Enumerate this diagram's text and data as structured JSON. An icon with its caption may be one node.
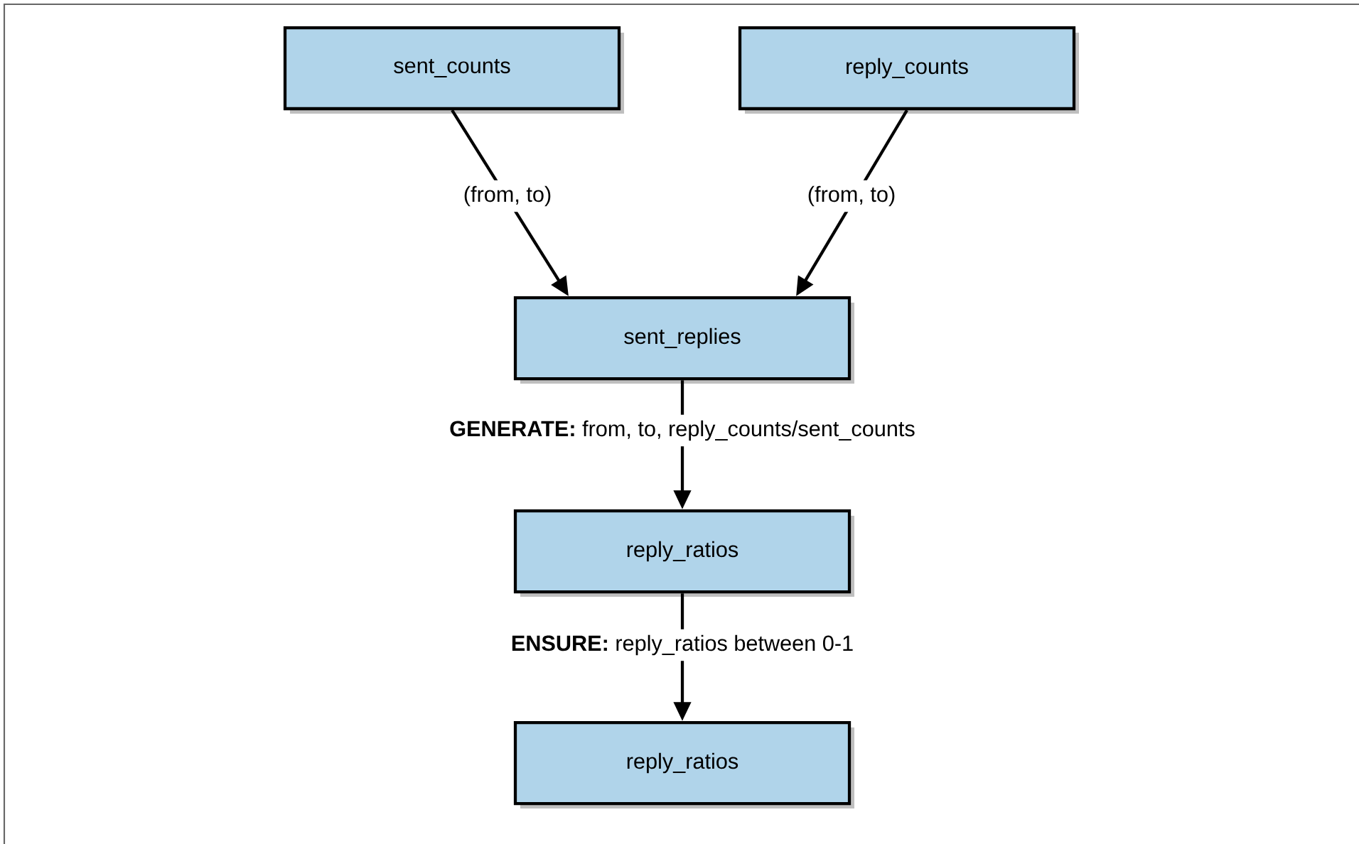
{
  "diagram": {
    "nodes": [
      {
        "text": [
          "sent_counts"
        ]
      },
      {
        "text": [
          "reply_counts"
        ]
      },
      {
        "text": [
          "sent_replies"
        ]
      },
      {
        "text": [
          "reply_ratios"
        ]
      },
      {
        "text": [
          "reply_ratios"
        ]
      }
    ],
    "edges": [
      {
        "from": 0,
        "to": 2,
        "arrow": "to",
        "label": "(from, to)"
      },
      {
        "from": 1,
        "to": 2,
        "arrow": "to",
        "label": "(from, to)"
      },
      {
        "from": 2,
        "to": 3,
        "arrow": "to",
        "label": "**GENERATE:** from, to, reply_counts/sent_counts"
      },
      {
        "from": 3,
        "to": 4,
        "arrow": "to",
        "label": "**ENSURE:** reply_ratios between 0-1"
      }
    ]
  }
}
